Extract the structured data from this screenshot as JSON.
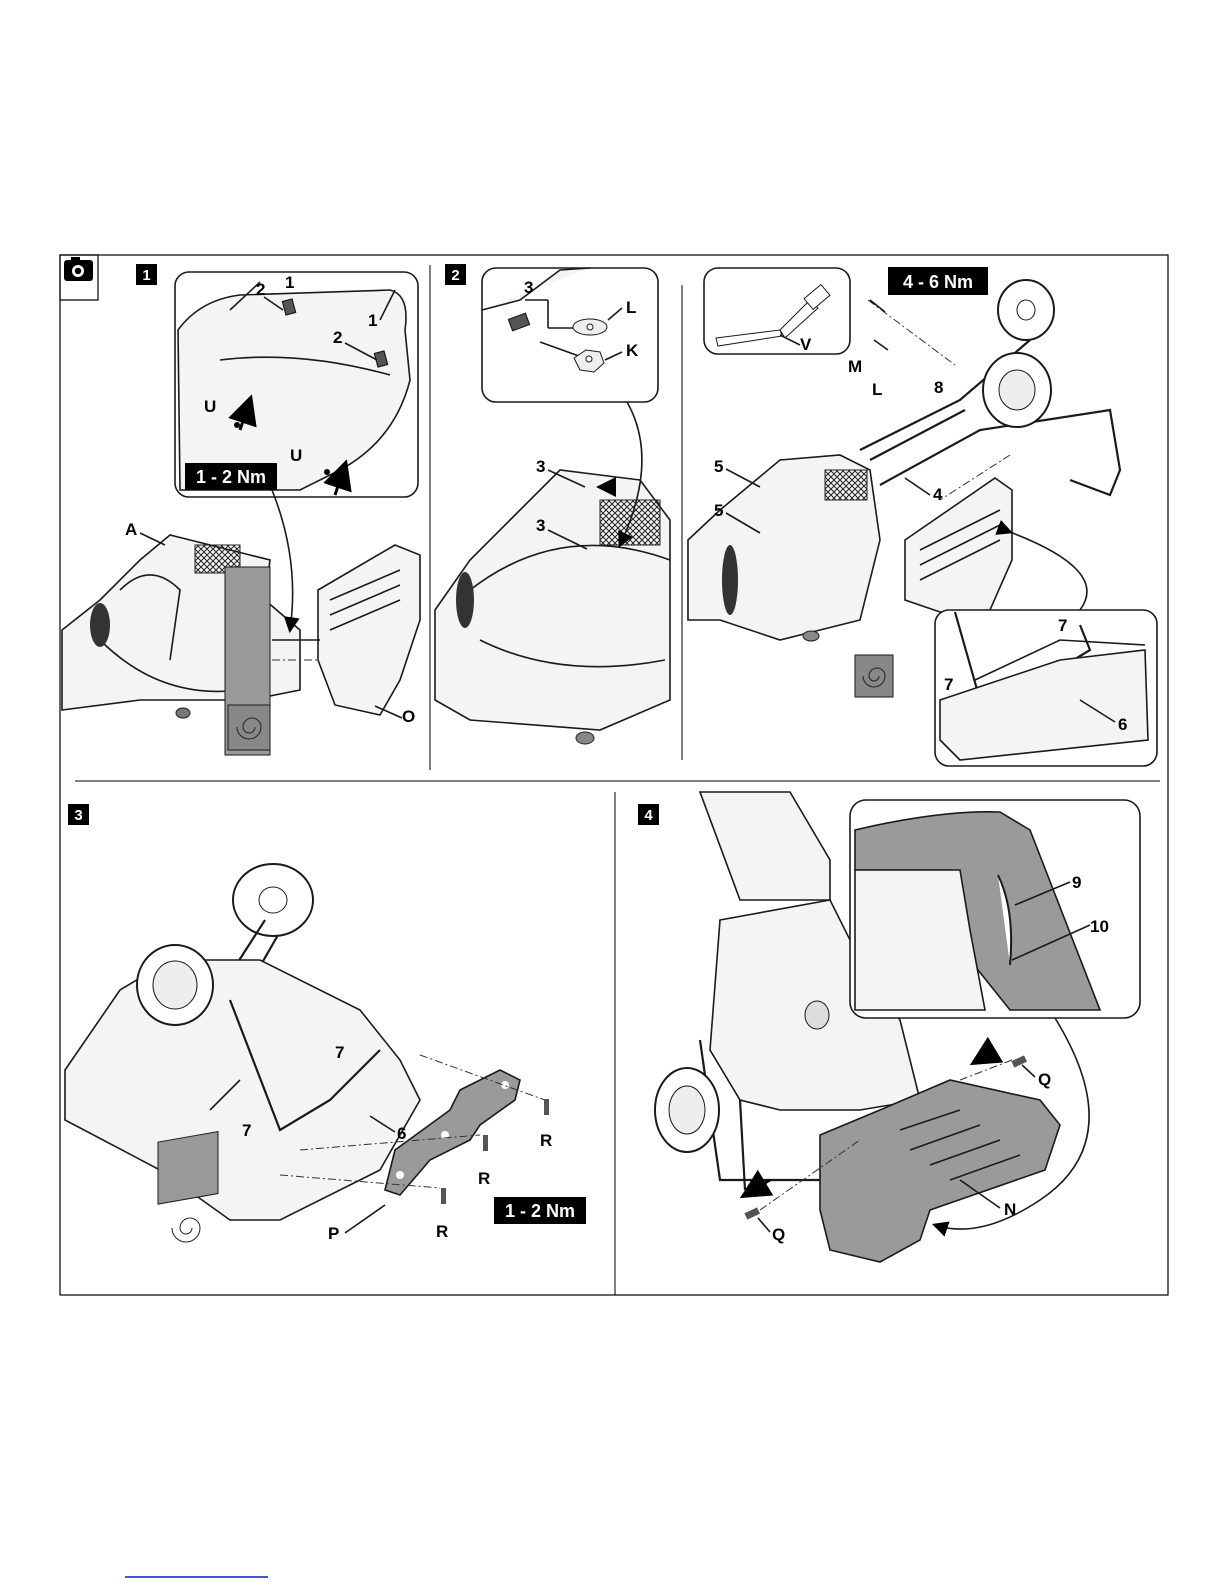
{
  "step_badges": [
    "1",
    "2",
    "3",
    "4"
  ],
  "torque": {
    "step1": "1 - 2 Nm",
    "step2": "4 - 6 Nm",
    "step3": "1 - 2 Nm"
  },
  "labels": {
    "s1": {
      "one_a": "1",
      "one_b": "1",
      "two_a": "2",
      "two_b": "2",
      "u_a": "U",
      "u_b": "U",
      "a": "A",
      "o": "O"
    },
    "s2": {
      "three_top": "3",
      "l": "L",
      "k": "K",
      "three_mid": "3",
      "three_low": "3"
    },
    "s2r": {
      "v": "V",
      "m": "M",
      "l": "L",
      "eight": "8",
      "four": "4",
      "five_a": "5",
      "five_b": "5",
      "seven_a": "7",
      "seven_b": "7",
      "six": "6"
    },
    "s3": {
      "seven_a": "7",
      "seven_b": "7",
      "six": "6",
      "r_a": "R",
      "r_b": "R",
      "r_c": "R",
      "p": "P"
    },
    "s4": {
      "nine": "9",
      "ten": "10",
      "q_a": "Q",
      "q_b": "Q",
      "n": "N"
    }
  },
  "icons": {
    "camera": "camera-icon"
  },
  "colors": {
    "badge": "#000000",
    "frame": "#000000",
    "cover_gray": "#9a9a9a",
    "link": "#3b5bd6"
  }
}
